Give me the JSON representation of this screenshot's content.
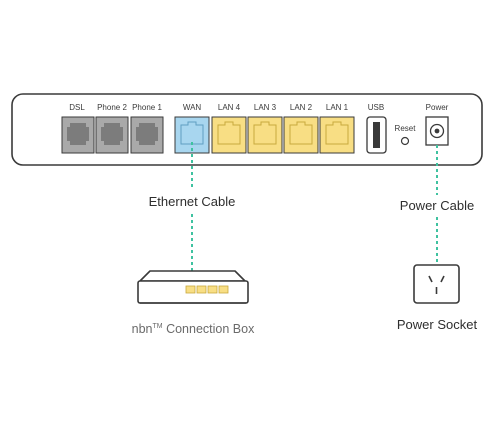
{
  "router": {
    "ports": {
      "dsl": "DSL",
      "phone2": "Phone 2",
      "phone1": "Phone 1",
      "wan": "WAN",
      "lan4": "LAN 4",
      "lan3": "LAN 3",
      "lan2": "LAN 2",
      "lan1": "LAN 1",
      "usb": "USB",
      "reset": "Reset",
      "power": "Power"
    }
  },
  "cables": {
    "ethernet": "Ethernet Cable",
    "power": "Power Cable"
  },
  "devices": {
    "nbn_box_prefix": "nbn",
    "nbn_box_tm": "TM",
    "nbn_box_suffix": " Connection Box",
    "power_socket": "Power Socket"
  },
  "colors": {
    "outline": "#3a3a3a",
    "phone_port": "#a9a9a9",
    "wan_port": "#a8d6ef",
    "lan_port": "#f8de84",
    "cable": "#3fc2a0"
  }
}
